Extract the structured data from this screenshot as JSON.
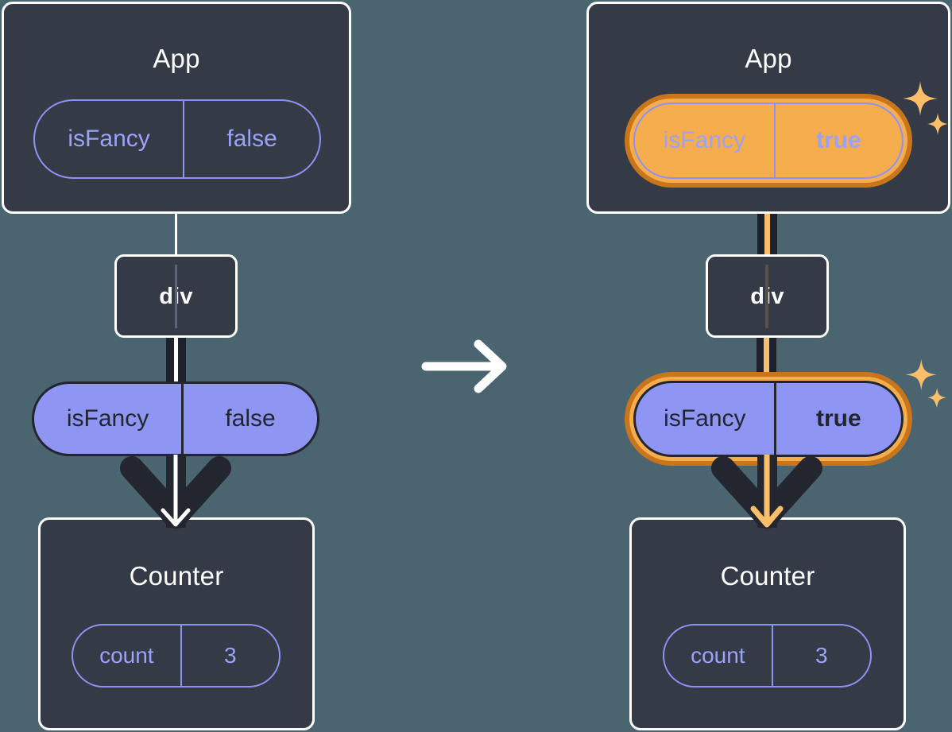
{
  "diagram": {
    "title": "React state propagation before and after update",
    "colors": {
      "background": "#4a6570",
      "node_fill": "#343a46",
      "node_stroke": "#ffffff",
      "pill_purple_fill": "#8e95f2",
      "pill_purple_stroke": "#8d93f5",
      "pill_text_dark": "#23262f",
      "highlight_outer": "#c8751b",
      "highlight_inner": "#f5ad4e",
      "sparkle": "#fbbf6a",
      "trunk_dark": "#1e212b",
      "stripe_white": "#ffffff",
      "stripe_amber": "#fbbf6a"
    },
    "transition_arrow": "arrow-right-icon"
  },
  "before": {
    "app": {
      "title": "App",
      "state": {
        "key": "isFancy",
        "value": "false",
        "highlighted": false
      }
    },
    "div": {
      "title": "div"
    },
    "prop": {
      "key": "isFancy",
      "value": "false",
      "highlighted": false
    },
    "counter": {
      "title": "Counter",
      "state": {
        "key": "count",
        "value": "3",
        "highlighted": false
      }
    }
  },
  "after": {
    "app": {
      "title": "App",
      "state": {
        "key": "isFancy",
        "value": "true",
        "highlighted": true
      }
    },
    "div": {
      "title": "div"
    },
    "prop": {
      "key": "isFancy",
      "value": "true",
      "highlighted": true
    },
    "counter": {
      "title": "Counter",
      "state": {
        "key": "count",
        "value": "3",
        "highlighted": false
      }
    }
  }
}
